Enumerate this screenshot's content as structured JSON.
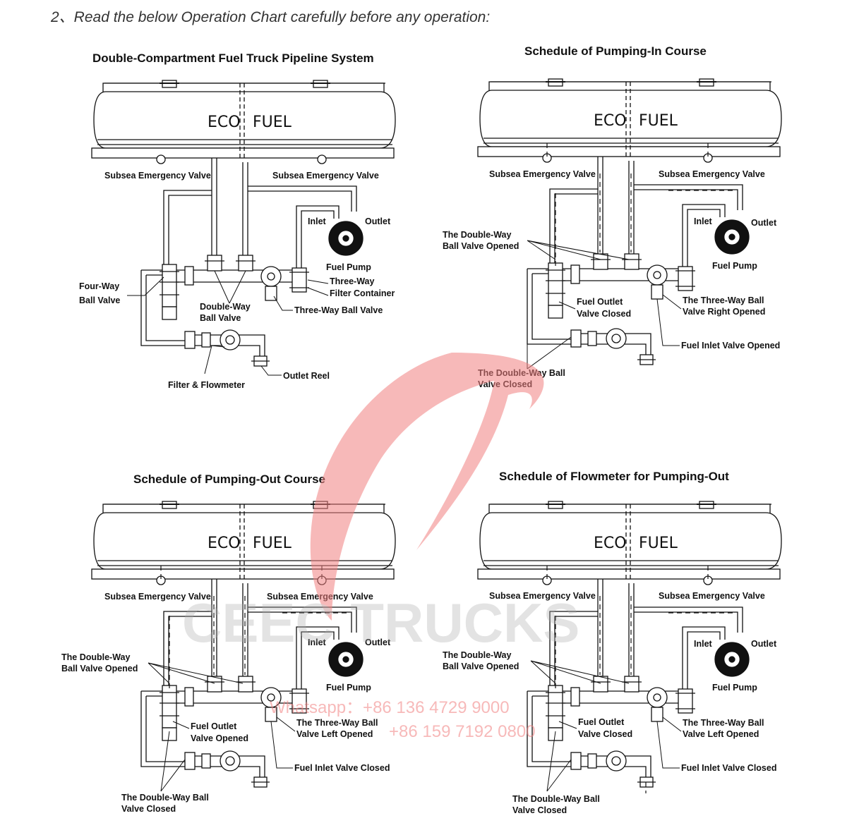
{
  "heading": "2、Read the below Operation Chart carefully before any operation:",
  "tank_text": {
    "left": "ECO",
    "right": "FUEL"
  },
  "panels": [
    {
      "title": "Double-Compartment Fuel Truck Pipeline System",
      "labels": {
        "subsea_left": "Subsea Emergency Valve",
        "subsea_right": "Subsea Emergency Valve",
        "inlet": "Inlet",
        "outlet": "Outlet",
        "fuel_pump": "Fuel Pump",
        "four_way_1": "Four-Way",
        "four_way_2": "Ball Valve",
        "double_way_1": "Double-Way",
        "double_way_2": "Ball Valve",
        "three_way_filter_1": "Three-Way",
        "three_way_filter_2": "Filter Container",
        "three_way_ball": "Three-Way Ball Valve",
        "filter_flowmeter": "Filter & Flowmeter",
        "outlet_reel": "Outlet Reel"
      }
    },
    {
      "title": "Schedule of Pumping-In Course",
      "labels": {
        "subsea_left": "Subsea Emergency Valve",
        "subsea_right": "Subsea Emergency Valve",
        "inlet": "Inlet",
        "outlet": "Outlet",
        "fuel_pump": "Fuel Pump",
        "dw_opened_1": "The Double-Way",
        "dw_opened_2": "Ball Valve Opened",
        "fo_closed_1": "Fuel Outlet",
        "fo_closed_2": "Valve Closed",
        "tw_right_1": "The Three-Way Ball",
        "tw_right_2": "Valve Right Opened",
        "fi_opened": "Fuel Inlet Valve Opened",
        "dw_closed_1": "The Double-Way Ball",
        "dw_closed_2": "Valve Closed"
      }
    },
    {
      "title": "Schedule of Pumping-Out Course",
      "labels": {
        "subsea_left": "Subsea Emergency Valve",
        "subsea_right": "Subsea Emergency Valve",
        "inlet": "Inlet",
        "outlet": "Outlet",
        "fuel_pump": "Fuel Pump",
        "dw_opened_1": "The Double-Way",
        "dw_opened_2": "Ball Valve Opened",
        "fo_opened_1": "Fuel Outlet",
        "fo_opened_2": "Valve Opened",
        "tw_left_1": "The Three-Way Ball",
        "tw_left_2": "Valve Left Opened",
        "fi_closed": "Fuel Inlet Valve Closed",
        "dw_closed_1": "The Double-Way Ball",
        "dw_closed_2": "Valve Closed"
      }
    },
    {
      "title": "Schedule of Flowmeter for Pumping-Out",
      "labels": {
        "subsea_left": "Subsea Emergency Valve",
        "subsea_right": "Subsea Emergency Valve",
        "inlet": "Inlet",
        "outlet": "Outlet",
        "fuel_pump": "Fuel Pump",
        "dw_opened_1": "The Double-Way",
        "dw_opened_2": "Ball Valve Opened",
        "fo_closed_1": "Fuel Outlet",
        "fo_closed_2": "Valve Closed",
        "tw_left_1": "The Three-Way Ball",
        "tw_left_2": "Valve Left Opened",
        "fi_closed": "Fuel Inlet Valve Closed",
        "dw_closed_1": "The Double-Way Ball",
        "dw_closed_2": "Valve Closed"
      }
    }
  ],
  "watermark": {
    "brand": "CEEC TRUCKS",
    "contact_1": "Whatsapp：+86 136 4729 9000",
    "contact_2": "+86 159 7192 0800",
    "color": "#f08080"
  }
}
